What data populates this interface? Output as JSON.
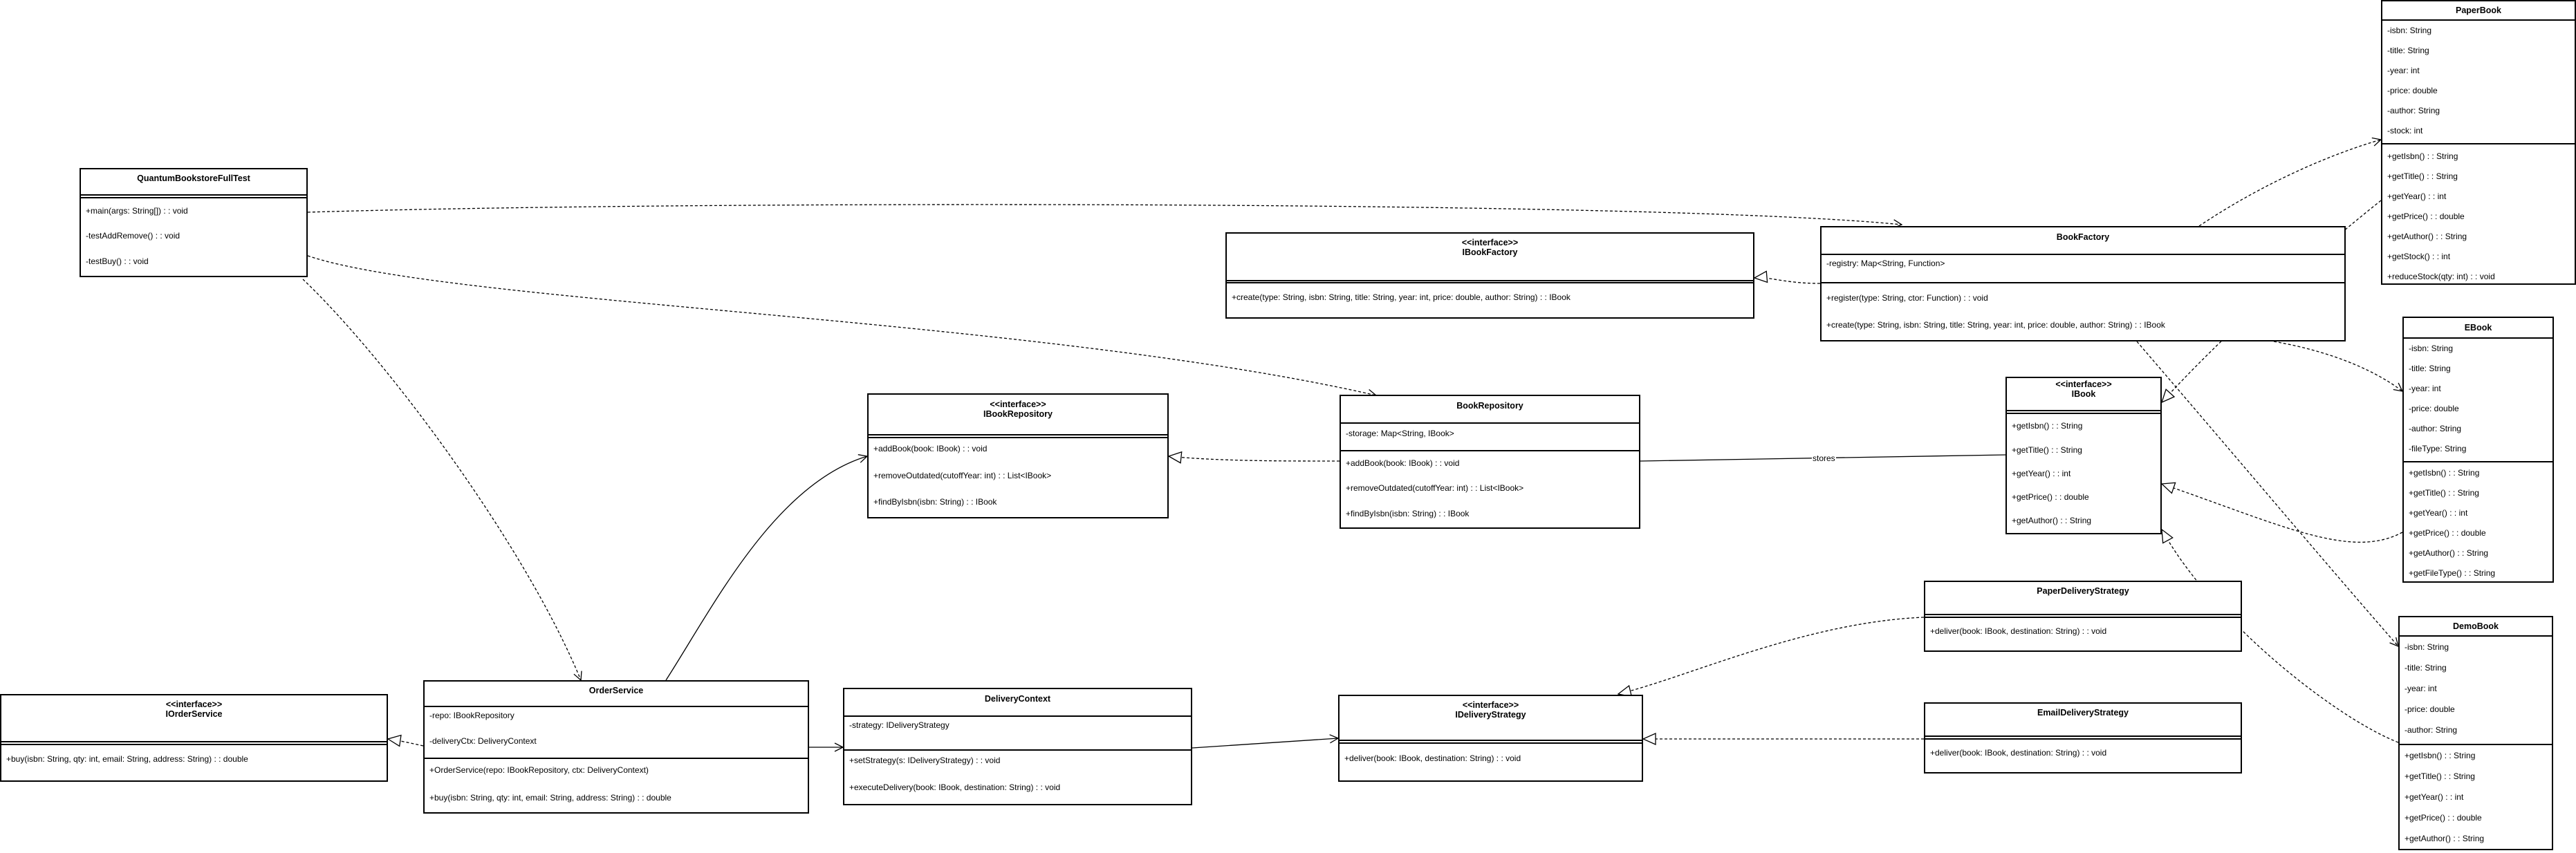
{
  "diagram": {
    "classes": {
      "quantum": {
        "title": "QuantumBookstoreFullTest",
        "stereotype": "",
        "attributes": [],
        "methods": [
          "+main(args: String[]) : : void",
          "-testAddRemove() : : void",
          "-testBuy() : : void"
        ]
      },
      "ibookfactory": {
        "title": "IBookFactory",
        "stereotype": "<<interface>>",
        "attributes": [],
        "methods": [
          "+create(type: String, isbn: String, title: String, year: int, price: double, author: String) : : IBook"
        ]
      },
      "bookfactory": {
        "title": "BookFactory",
        "stereotype": "",
        "attributes": [
          "-registry: Map<String, Function>"
        ],
        "methods": [
          "+register(type: String, ctor: Function) : : void",
          "+create(type: String, isbn: String, title: String, year: int, price: double, author: String) : : IBook"
        ]
      },
      "paperbook": {
        "title": "PaperBook",
        "stereotype": "",
        "attributes": [
          "-isbn: String",
          "-title: String",
          "-year: int",
          "-price: double",
          "-author: String",
          "-stock: int"
        ],
        "methods": [
          "+getIsbn() : : String",
          "+getTitle() : : String",
          "+getYear() : : int",
          "+getPrice() : : double",
          "+getAuthor() : : String",
          "+getStock() : : int",
          "+reduceStock(qty: int) : : void"
        ]
      },
      "ebook": {
        "title": "EBook",
        "stereotype": "",
        "attributes": [
          "-isbn: String",
          "-title: String",
          "-year: int",
          "-price: double",
          "-author: String",
          "-fileType: String"
        ],
        "methods": [
          "+getIsbn() : : String",
          "+getTitle() : : String",
          "+getYear() : : int",
          "+getPrice() : : double",
          "+getAuthor() : : String",
          "+getFileType() : : String"
        ]
      },
      "demobook": {
        "title": "DemoBook",
        "stereotype": "",
        "attributes": [
          "-isbn: String",
          "-title: String",
          "-year: int",
          "-price: double",
          "-author: String"
        ],
        "methods": [
          "+getIsbn() : : String",
          "+getTitle() : : String",
          "+getYear() : : int",
          "+getPrice() : : double",
          "+getAuthor() : : String"
        ]
      },
      "ibook": {
        "title": "IBook",
        "stereotype": "<<interface>>",
        "attributes": [],
        "methods": [
          "+getIsbn() : : String",
          "+getTitle() : : String",
          "+getYear() : : int",
          "+getPrice() : : double",
          "+getAuthor() : : String"
        ]
      },
      "ibookrepo": {
        "title": "IBookRepository",
        "stereotype": "<<interface>>",
        "attributes": [],
        "methods": [
          "+addBook(book: IBook) : : void",
          "+removeOutdated(cutoffYear: int) : : List<IBook>",
          "+findByIsbn(isbn: String) : : IBook"
        ]
      },
      "bookrepo": {
        "title": "BookRepository",
        "stereotype": "",
        "attributes": [
          "-storage: Map<String, IBook>"
        ],
        "methods": [
          "+addBook(book: IBook) : : void",
          "+removeOutdated(cutoffYear: int) : : List<IBook>",
          "+findByIsbn(isbn: String) : : IBook"
        ]
      },
      "iorderservice": {
        "title": "IOrderService",
        "stereotype": "<<interface>>",
        "attributes": [],
        "methods": [
          "+buy(isbn: String, qty: int, email: String, address: String) : : double"
        ]
      },
      "orderservice": {
        "title": "OrderService",
        "stereotype": "",
        "attributes": [
          "-repo: IBookRepository",
          "-deliveryCtx: DeliveryContext"
        ],
        "methods": [
          "+OrderService(repo: IBookRepository, ctx: DeliveryContext)",
          "+buy(isbn: String, qty: int, email: String, address: String) : : double"
        ]
      },
      "deliverycontext": {
        "title": "DeliveryContext",
        "stereotype": "",
        "attributes": [
          "-strategy: IDeliveryStrategy"
        ],
        "methods": [
          "+setStrategy(s: IDeliveryStrategy) : : void",
          "+executeDelivery(book: IBook, destination: String) : : void"
        ]
      },
      "ideliverystrategy": {
        "title": "IDeliveryStrategy",
        "stereotype": "<<interface>>",
        "attributes": [],
        "methods": [
          "+deliver(book: IBook, destination: String) : : void"
        ]
      },
      "paperdelivery": {
        "title": "PaperDeliveryStrategy",
        "stereotype": "",
        "attributes": [],
        "methods": [
          "+deliver(book: IBook, destination: String) : : void"
        ]
      },
      "emaildelivery": {
        "title": "EmailDeliveryStrategy",
        "stereotype": "",
        "attributes": [],
        "methods": [
          "+deliver(book: IBook, destination: String) : : void"
        ]
      }
    },
    "relations": [
      {
        "from": "quantum",
        "to": "bookfactory",
        "type": "dependency",
        "label": ""
      },
      {
        "from": "quantum",
        "to": "bookrepo",
        "type": "dependency",
        "label": ""
      },
      {
        "from": "quantum",
        "to": "orderservice",
        "type": "dependency",
        "label": ""
      },
      {
        "from": "bookfactory",
        "to": "ibookfactory",
        "type": "realization",
        "label": ""
      },
      {
        "from": "bookfactory",
        "to": "paperbook",
        "type": "dependency",
        "label": ""
      },
      {
        "from": "bookfactory",
        "to": "ebook",
        "type": "dependency",
        "label": ""
      },
      {
        "from": "bookfactory",
        "to": "demobook",
        "type": "dependency",
        "label": ""
      },
      {
        "from": "bookrepo",
        "to": "ibookrepo",
        "type": "realization",
        "label": ""
      },
      {
        "from": "bookrepo",
        "to": "ibook",
        "type": "aggregation",
        "label": "stores"
      },
      {
        "from": "paperbook",
        "to": "ibook",
        "type": "realization",
        "label": ""
      },
      {
        "from": "ebook",
        "to": "ibook",
        "type": "realization",
        "label": ""
      },
      {
        "from": "demobook",
        "to": "ibook",
        "type": "realization",
        "label": ""
      },
      {
        "from": "orderservice",
        "to": "iorderservice",
        "type": "realization",
        "label": ""
      },
      {
        "from": "orderservice",
        "to": "ibookrepo",
        "type": "association",
        "label": ""
      },
      {
        "from": "orderservice",
        "to": "deliverycontext",
        "type": "association",
        "label": ""
      },
      {
        "from": "deliverycontext",
        "to": "ideliverystrategy",
        "type": "association",
        "label": ""
      },
      {
        "from": "paperdelivery",
        "to": "ideliverystrategy",
        "type": "realization",
        "label": ""
      },
      {
        "from": "emaildelivery",
        "to": "ideliverystrategy",
        "type": "realization",
        "label": ""
      }
    ]
  }
}
